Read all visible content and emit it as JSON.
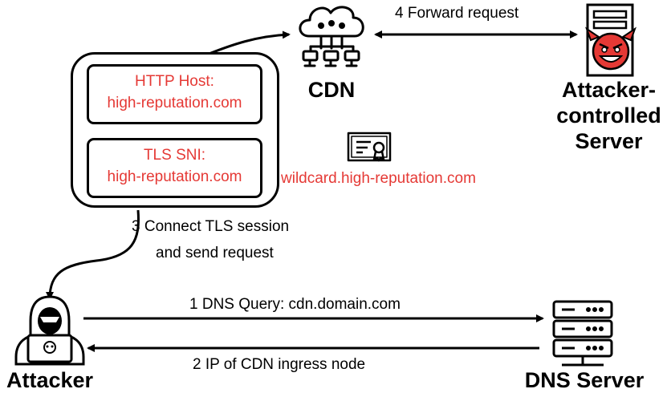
{
  "nodes": {
    "cdn": "CDN",
    "attacker_server": [
      "Attacker-",
      "controlled",
      "Server"
    ],
    "attacker": "Attacker",
    "dns_server": "DNS Server"
  },
  "request_box": {
    "http_host_label": "HTTP Host:",
    "http_host_value": "high-reputation.com",
    "tls_sni_label": "TLS SNI:",
    "tls_sni_value": "high-reputation.com"
  },
  "certificate": {
    "domain": "wildcard.high-reputation.com",
    "icon": "certificate-icon"
  },
  "edges": {
    "step1": "1 DNS Query: cdn.domain.com",
    "step2": "2 IP of CDN ingress node",
    "step3_line1": "3 Connect TLS session",
    "step3_line2": "and send request",
    "step4": "4 Forward request"
  },
  "icons": {
    "cdn": "cloud-network-icon",
    "attacker_server": "devil-server-icon",
    "attacker": "hooded-hacker-icon",
    "dns_server": "server-rack-icon"
  },
  "colors": {
    "highlight_text": "#e53935",
    "devil": "#e53935",
    "stroke": "#000000"
  }
}
